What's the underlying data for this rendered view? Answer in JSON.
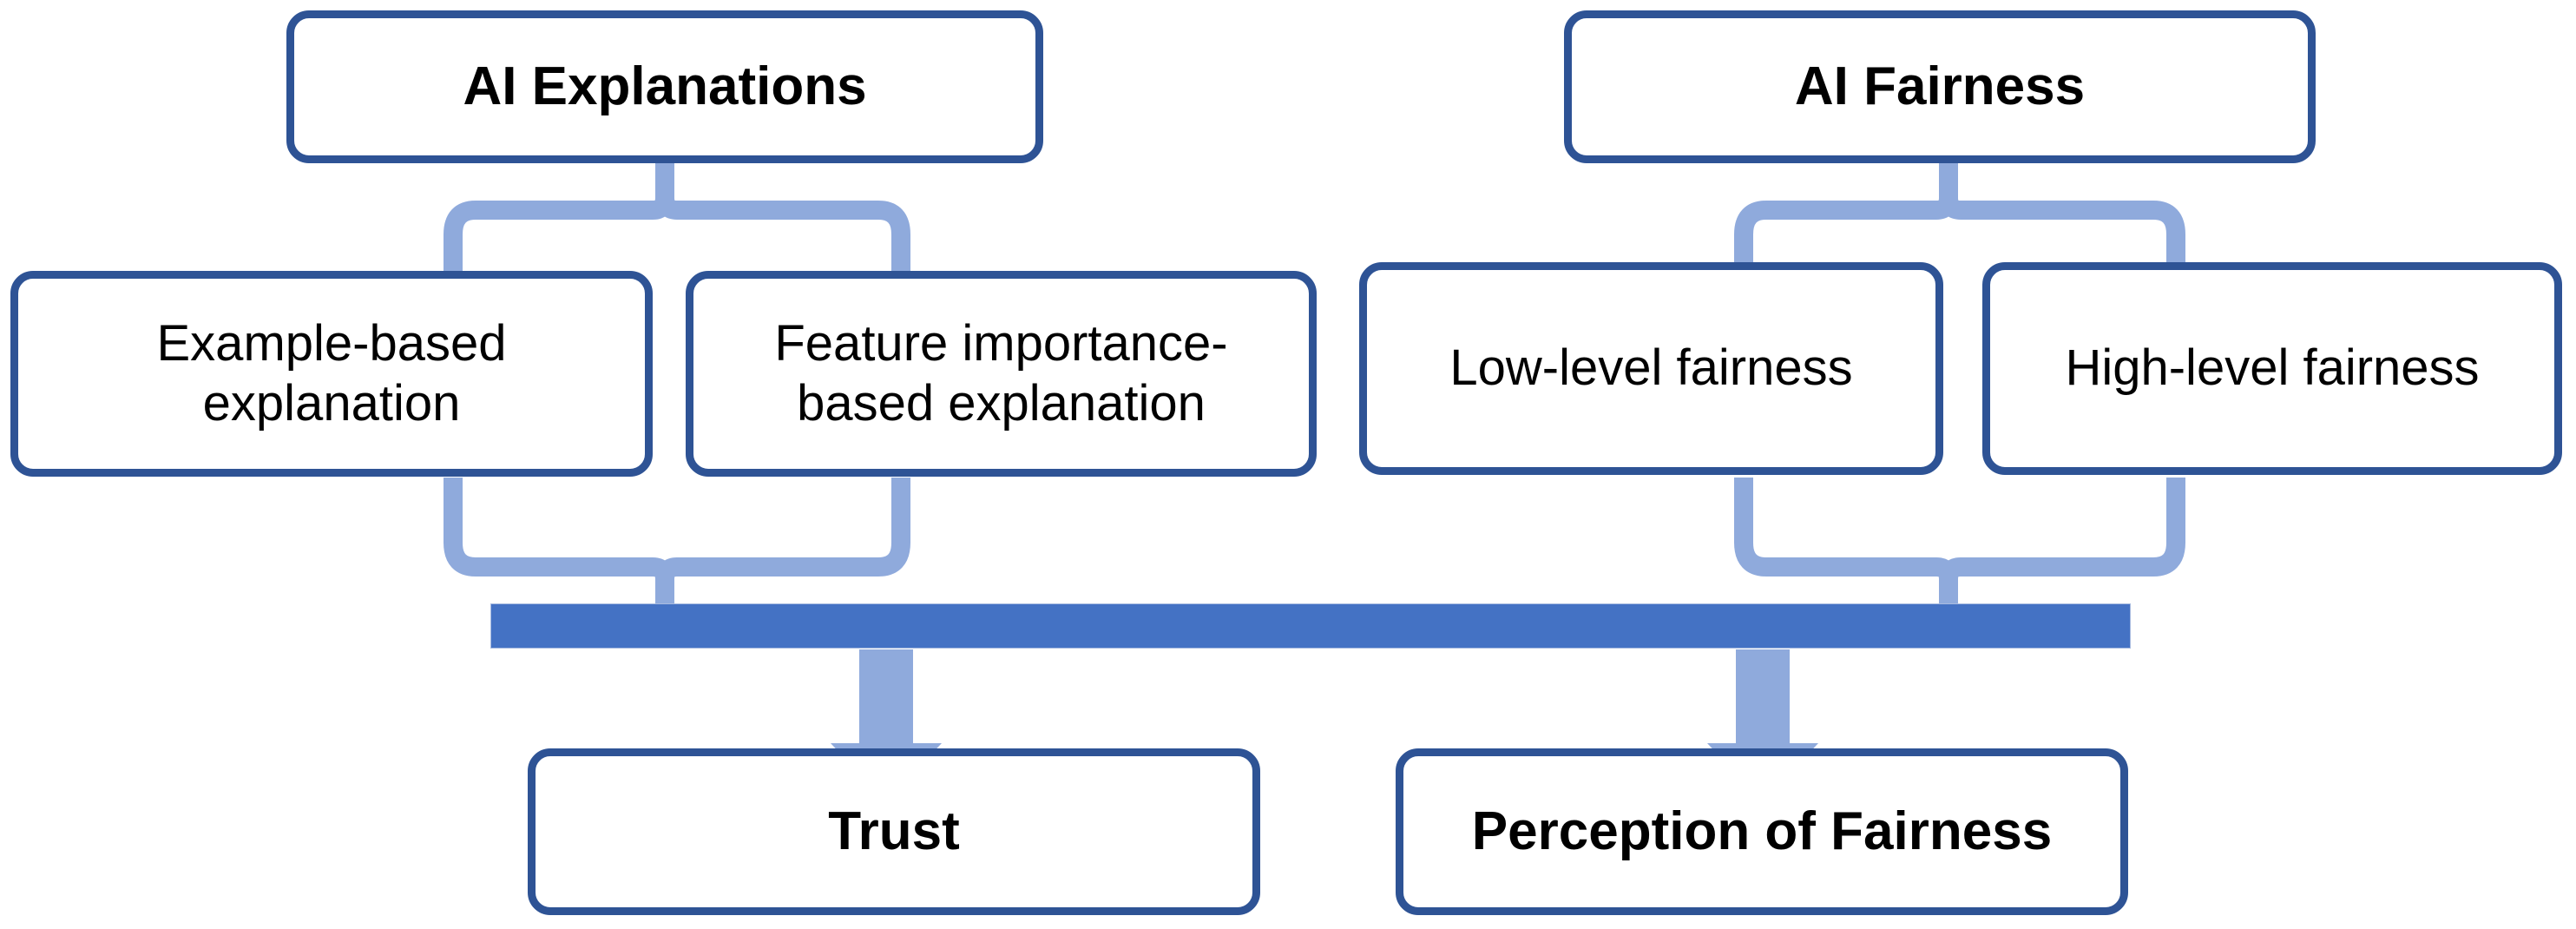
{
  "diagram": {
    "title": "AI Explanations and AI Fairness conceptual model",
    "colors": {
      "node_border": "#2e5395",
      "node_fill": "#ffffff",
      "brace": "#8faadc",
      "bar": "#4472c4",
      "text": "#000000",
      "background": "#ffffff"
    },
    "nodes": {
      "ai_explanations": {
        "label": "AI Explanations"
      },
      "ai_fairness": {
        "label": "AI Fairness"
      },
      "example_based": {
        "label": "Example-based explanation"
      },
      "feature_importance": {
        "label": "Feature importance-based explanation"
      },
      "low_level_fairness": {
        "label": "Low-level fairness"
      },
      "high_level_fairness": {
        "label": "High-level fairness"
      },
      "trust": {
        "label": "Trust"
      },
      "perception_of_fairness": {
        "label": "Perception of Fairness"
      }
    },
    "connector_bar": {
      "label": ""
    }
  }
}
